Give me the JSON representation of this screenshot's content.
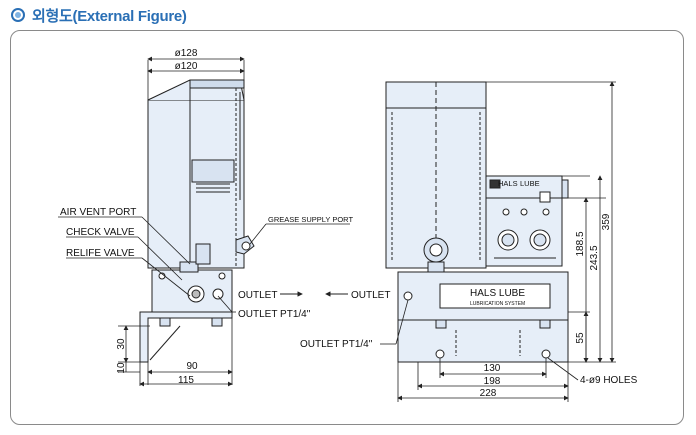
{
  "header": {
    "title": "외형도(External Figure)"
  },
  "dims": {
    "d_128": "ø128",
    "d_120": "ø120",
    "d_90": "90",
    "d_115": "115",
    "d_30": "30",
    "d_10": "10",
    "d_359": "359",
    "d_2435": "243.5",
    "d_1885": "188.5",
    "d_55": "55",
    "d_130": "130",
    "d_198": "198",
    "d_228": "228",
    "holes": "4-ø9 HOLES"
  },
  "labels": {
    "air_vent": "AIR VENT PORT",
    "check_valve": "CHECK VALVE",
    "relife_valve": "RELIFE VALVE",
    "grease_port": "GREASE SUPPLY PORT",
    "outlet_left": "OUTLET",
    "outlet_right": "OUTLET",
    "outlet_pt_left": "OUTLET PT1/4\"",
    "outlet_pt_right": "OUTLET PT1/4\"",
    "brand_top": "HALS",
    "brand_top2": "LUBE",
    "brand_plate": "HALS LUBE",
    "plate_sub": "LUBRICATION SYSTEM"
  },
  "colors": {
    "accent": "#2a6fb5",
    "body_fill": "#e6eef8",
    "line": "#222222"
  }
}
